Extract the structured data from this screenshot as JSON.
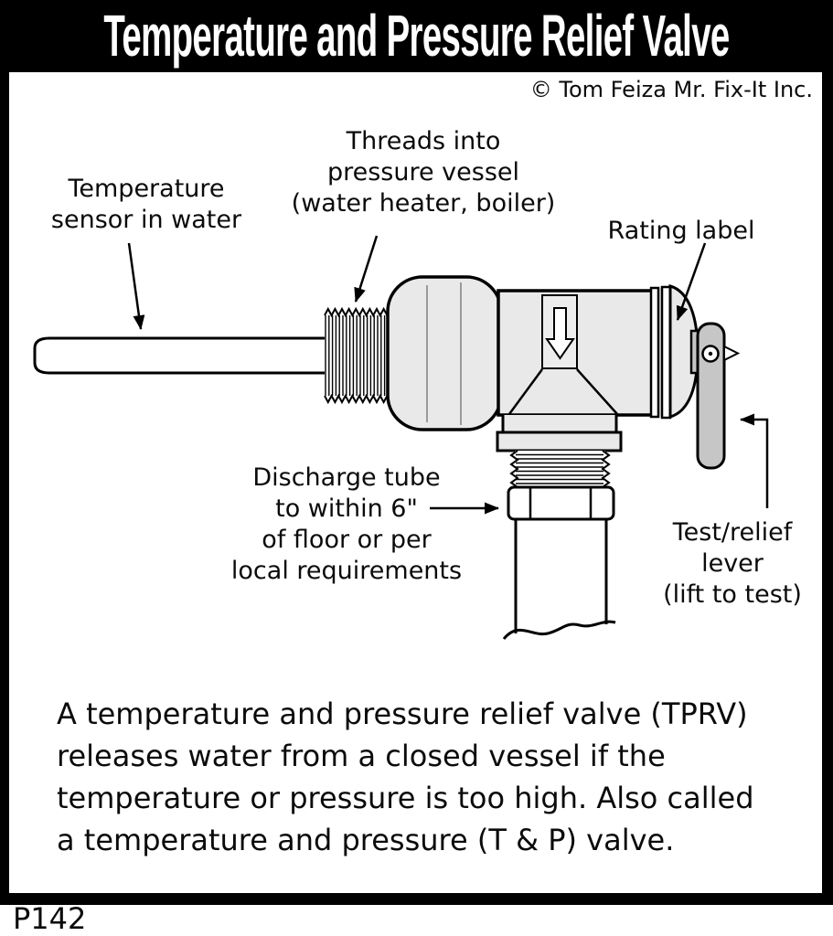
{
  "title": "Temperature and Pressure Relief Valve",
  "copyright": "© Tom Feiza Mr. Fix-It Inc.",
  "labels": {
    "sensor": {
      "lines": [
        "Temperature",
        "sensor in water"
      ]
    },
    "threads": {
      "lines": [
        "Threads into",
        "pressure vessel",
        "(water heater, boiler)"
      ]
    },
    "rating": {
      "text": "Rating label"
    },
    "discharge": {
      "lines": [
        "Discharge tube",
        "to within 6\"",
        "of floor or per",
        "local requirements"
      ]
    },
    "test": {
      "lines": [
        "Test/relief",
        "lever",
        "(lift to test)"
      ]
    }
  },
  "caption": {
    "lines": [
      "A temperature and pressure relief valve (TPRV)",
      "releases water from a closed vessel if the",
      "temperature or pressure is too high. Also called",
      "a temperature and pressure (T & P) valve."
    ]
  },
  "figure_code": "P142",
  "colors": {
    "frame_black": "#000000",
    "body_gray": "#e9e9e9",
    "lever_gray": "#c6c6c6",
    "line_black": "#000000",
    "paper_white": "#ffffff"
  }
}
